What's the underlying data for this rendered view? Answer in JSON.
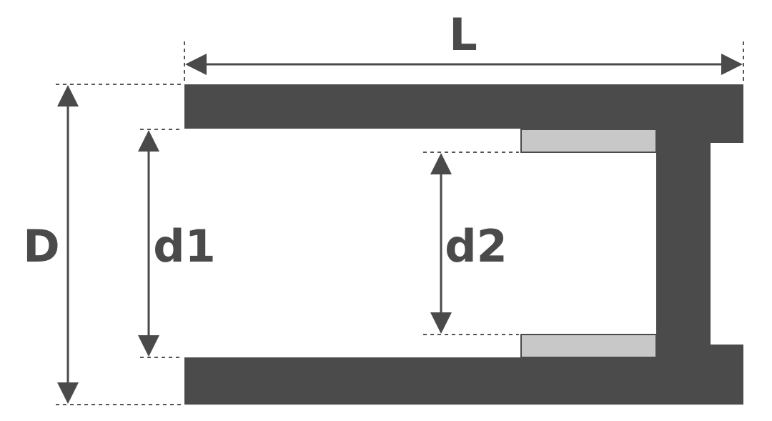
{
  "labels": {
    "length": "L",
    "outer_diameter": "D",
    "inner_diameter_1": "d1",
    "inner_diameter_2": "d2"
  },
  "colors": {
    "body": "#4b4b4b",
    "liner": "#c8c8c8",
    "liner_outline": "#4b4b4b",
    "dimension": "#4a4a4a",
    "background": "#ffffff"
  }
}
